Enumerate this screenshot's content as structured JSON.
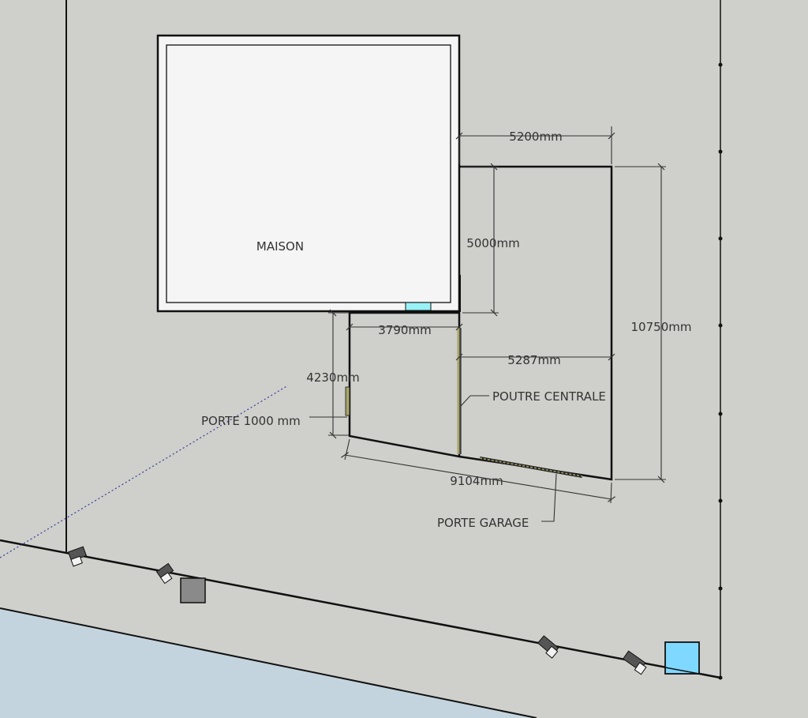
{
  "colors": {
    "ground": "#cfcfcb",
    "water": "#c4d4de",
    "house_fill": "#f5f5f5",
    "window": "#99f2f5",
    "marker": "#7fd8ff",
    "box": "#8a8a8a",
    "beam": "#a7a46c"
  },
  "labels": {
    "maison": "MAISON",
    "porte_1000": "PORTE 1000 mm",
    "poutre_centrale": "POUTRE CENTRALE",
    "porte_garage": "PORTE GARAGE"
  },
  "dimensions": {
    "d5200": "5200mm",
    "d5000": "5000mm",
    "d10750": "10750mm",
    "d3790": "3790mm",
    "d5287": "5287mm",
    "d4230": "4230mm",
    "d9104": "9104mm"
  }
}
